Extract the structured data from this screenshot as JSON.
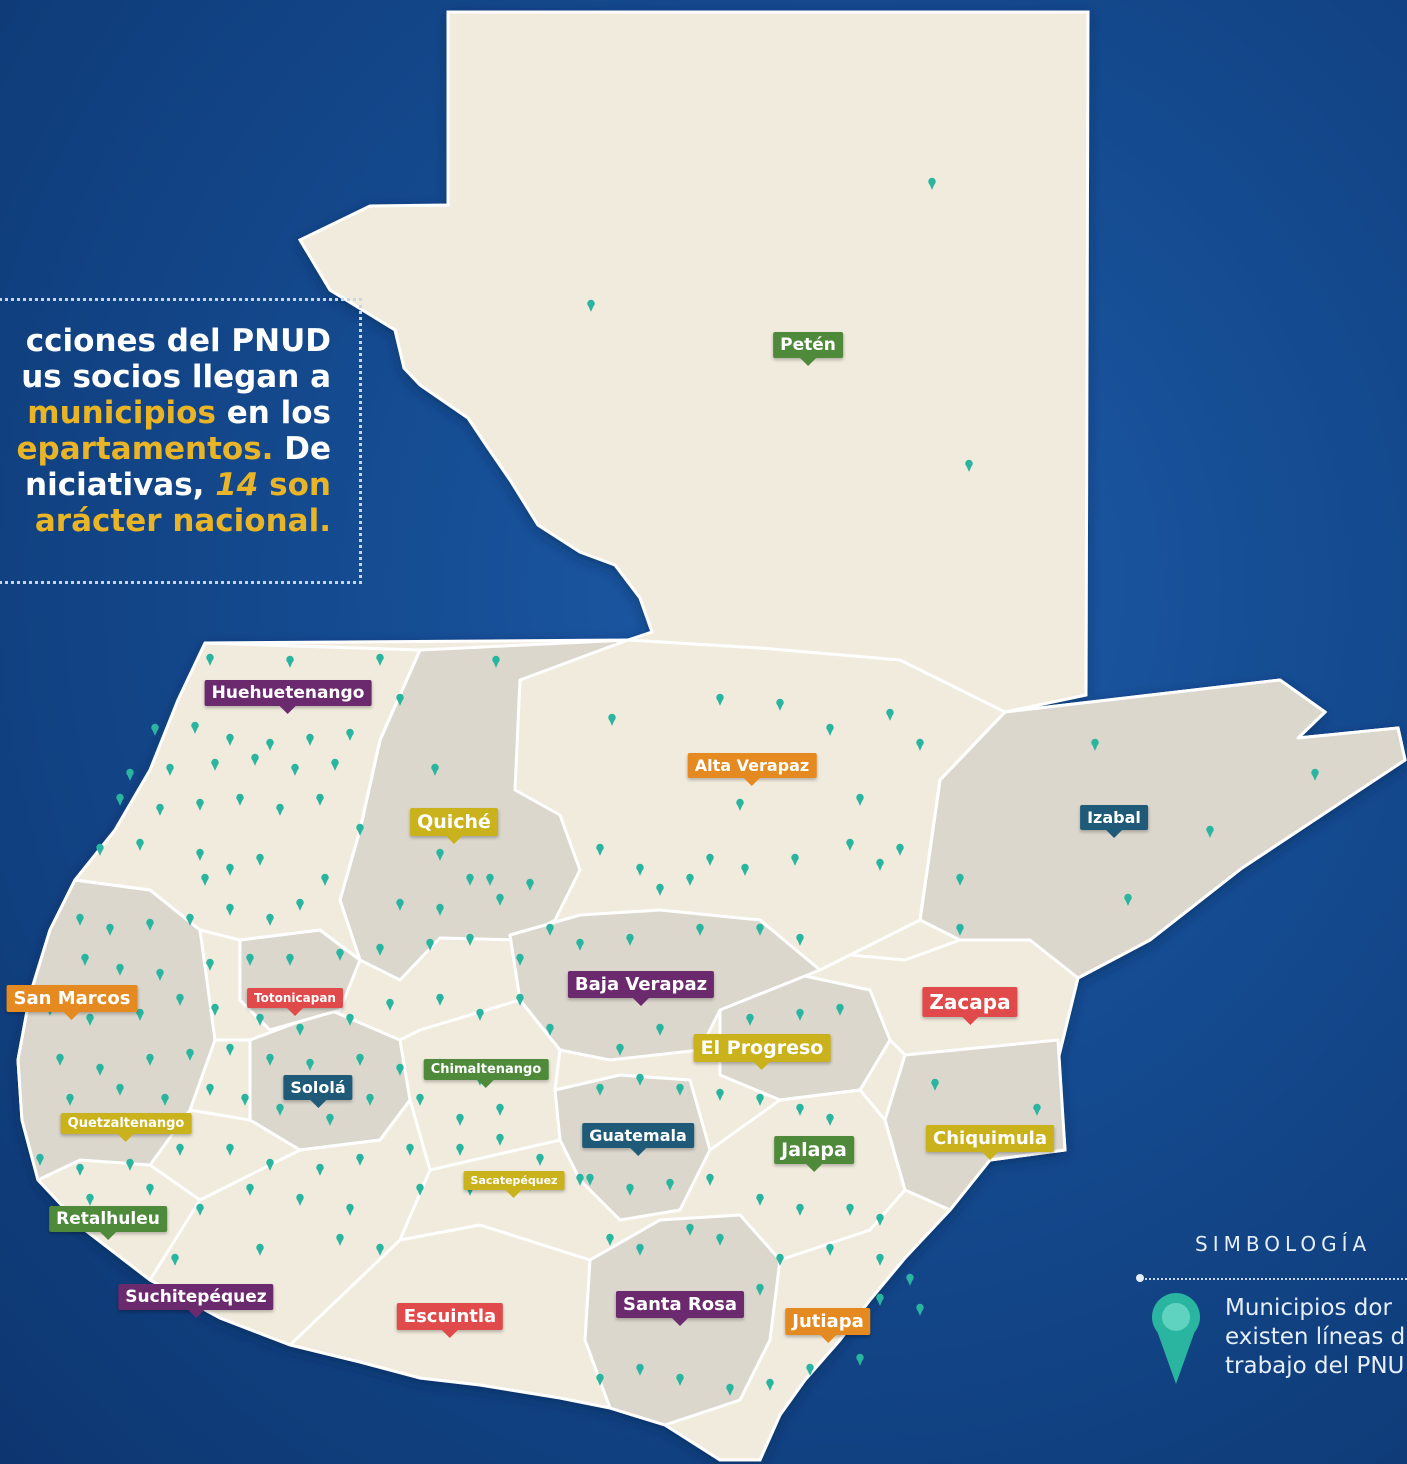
{
  "callout": {
    "line1": "cciones del PNUD",
    "line2": "us socios llegan a",
    "line3_hl": "municipios",
    "line3_rest": " en los",
    "line4_hl": "epartamentos.",
    "line4_rest": " De",
    "line5_start": "niciativas, ",
    "line5_number": "14",
    "line5_rest": " son",
    "line6": "arácter nacional."
  },
  "departments": [
    {
      "name": "Petén",
      "color": "#4e8a3a"
    },
    {
      "name": "Huehuetenango",
      "color": "#6b2a6e"
    },
    {
      "name": "Alta Verapaz",
      "color": "#e58a20"
    },
    {
      "name": "Quiché",
      "color": "#c9b21c"
    },
    {
      "name": "Izabal",
      "color": "#1f5a78"
    },
    {
      "name": "San Marcos",
      "color": "#e58a20"
    },
    {
      "name": "Totonicapan",
      "color": "#e04a4a"
    },
    {
      "name": "Baja Verapaz",
      "color": "#6b2a6e"
    },
    {
      "name": "Zacapa",
      "color": "#e04a4a"
    },
    {
      "name": "El Progreso",
      "color": "#c9b21c"
    },
    {
      "name": "Chimaltenango",
      "color": "#4e8a3a"
    },
    {
      "name": "Sololá",
      "color": "#1f5a78"
    },
    {
      "name": "Quetzaltenango",
      "color": "#c9b21c"
    },
    {
      "name": "Guatemala",
      "color": "#1f5a78"
    },
    {
      "name": "Jalapa",
      "color": "#4e8a3a"
    },
    {
      "name": "Chiquimula",
      "color": "#c9b21c"
    },
    {
      "name": "Sacatepéquez",
      "color": "#c9b21c"
    },
    {
      "name": "Retalhuleu",
      "color": "#4e8a3a"
    },
    {
      "name": "Suchitepéquez",
      "color": "#6b2a6e"
    },
    {
      "name": "Escuintla",
      "color": "#e04a4a"
    },
    {
      "name": "Santa Rosa",
      "color": "#6b2a6e"
    },
    {
      "name": "Jutiapa",
      "color": "#e58a20"
    }
  ],
  "legend": {
    "title": "SIMBOLOGÍA",
    "line1": "Municipios dor",
    "line2": "existen líneas d",
    "line3": "trabajo del PNU",
    "icon": "map-pin-icon",
    "pin_color": "#2ab5a0"
  },
  "colors": {
    "map_land": "#f1ebdd",
    "map_land_shade": "#dcd7cd",
    "ocean": "#144a8f"
  }
}
